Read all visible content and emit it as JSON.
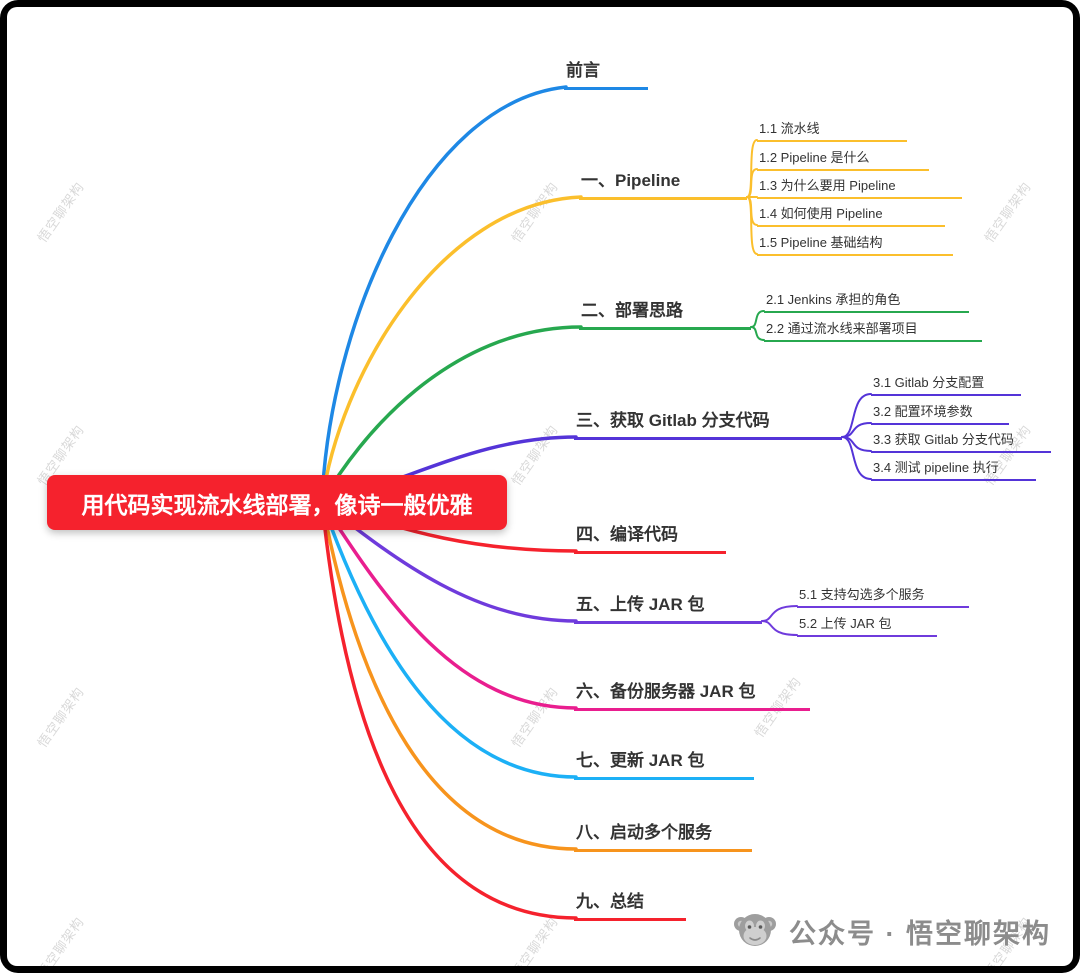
{
  "root": {
    "label": "用代码实现流水线部署，像诗一般优雅",
    "color": "#f5222d",
    "text_color": "#ffffff"
  },
  "branches": [
    {
      "label": "前言",
      "color": "#1e88e5",
      "children": []
    },
    {
      "label": "一、Pipeline",
      "color": "#fbbf2c",
      "children": [
        {
          "label": "1.1 流水线"
        },
        {
          "label": "1.2 Pipeline 是什么"
        },
        {
          "label": "1.3 为什么要用 Pipeline"
        },
        {
          "label": "1.4 如何使用 Pipeline"
        },
        {
          "label": "1.5 Pipeline 基础结构"
        }
      ]
    },
    {
      "label": "二、部署思路",
      "color": "#27a84f",
      "children": [
        {
          "label": "2.1 Jenkins 承担的角色"
        },
        {
          "label": "2.2 通过流水线来部署项目"
        }
      ]
    },
    {
      "label": "三、获取 Gitlab 分支代码",
      "color": "#5434d8",
      "children": [
        {
          "label": "3.1 Gitlab 分支配置"
        },
        {
          "label": "3.2 配置环境参数"
        },
        {
          "label": "3.3 获取 Gitlab 分支代码"
        },
        {
          "label": "3.4 测试 pipeline 执行"
        }
      ]
    },
    {
      "label": "四、编译代码",
      "color": "#f5222d",
      "children": []
    },
    {
      "label": "五、上传 JAR 包",
      "color": "#6f3bdc",
      "children": [
        {
          "label": "5.1 支持勾选多个服务"
        },
        {
          "label": "5.2 上传 JAR 包"
        }
      ]
    },
    {
      "label": "六、备份服务器 JAR 包",
      "color": "#e91e8f",
      "children": []
    },
    {
      "label": "七、更新 JAR 包",
      "color": "#1cb0f6",
      "children": []
    },
    {
      "label": "八、启动多个服务",
      "color": "#f7941d",
      "children": []
    },
    {
      "label": "九、总结",
      "color": "#f5222d",
      "children": []
    }
  ],
  "watermark": {
    "text": "悟空聊架构"
  },
  "footer": {
    "label": "公众号 · 悟空聊架构",
    "icon": "monkey-logo"
  }
}
